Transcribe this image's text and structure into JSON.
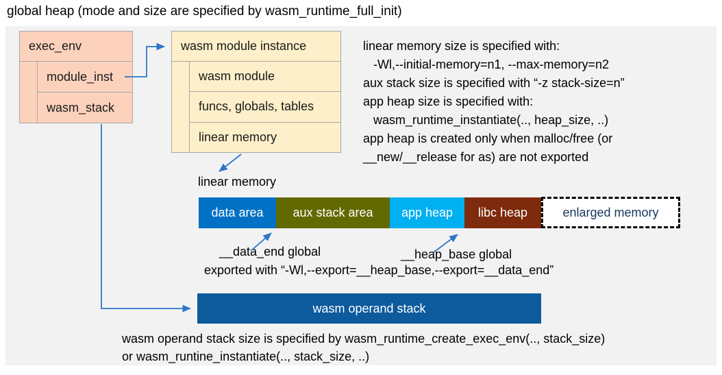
{
  "title": "global heap (mode and size are specified by wasm_runtime_full_init)",
  "exec_env_box": {
    "title": "exec_env",
    "rows": [
      "module_inst",
      "wasm_stack"
    ]
  },
  "module_instance_box": {
    "title": "wasm module instance",
    "rows": [
      "wasm module",
      "funcs, globals, tables",
      "linear memory"
    ]
  },
  "notes_right": {
    "lines": [
      "linear memory size is specified with:",
      "   -Wl,--initial-memory=n1, --max-memory=n2",
      "aux stack size is specified with “-z stack-size=n”",
      "app heap size is specified with:",
      "   wasm_runtime_instantiate(.., heap_size, ..)",
      "app heap is created only when malloc/free (or",
      "__new/__release for as) are not exported"
    ]
  },
  "linear_memory": {
    "label": "linear memory",
    "segments": [
      {
        "label": "data area",
        "color": "#0071C5"
      },
      {
        "label": "aux stack area",
        "color": "#626900"
      },
      {
        "label": "app heap",
        "color": "#00B0F0"
      },
      {
        "label": "libc heap",
        "color": "#7E2A0C"
      },
      {
        "label": "enlarged memory",
        "color": "#FFFFFF",
        "border": "dashed",
        "text_color": "#17365D"
      }
    ]
  },
  "annotations": {
    "data_end": "__data_end global",
    "heap_base": "__heap_base global",
    "exported": "exported with “-Wl,--export=__heap_base,--export=__data_end”"
  },
  "operand_stack": {
    "label": "wasm operand stack",
    "color": "#0D5A9D"
  },
  "footer": {
    "lines": [
      "wasm operand stack size is specified by wasm_runtime_create_exec_env(.., stack_size)",
      "or wasm_runtine_instantiate(.., stack_size, ..)"
    ]
  },
  "colors": {
    "panel_bg": "#F2F2F2",
    "exec_env_fill": "#FCD2BC",
    "module_instance_fill": "#FDEFC9",
    "box_border": "#A6A6A6",
    "connector_blue": "#2E75C8",
    "enlarged_text": "#17365D"
  }
}
